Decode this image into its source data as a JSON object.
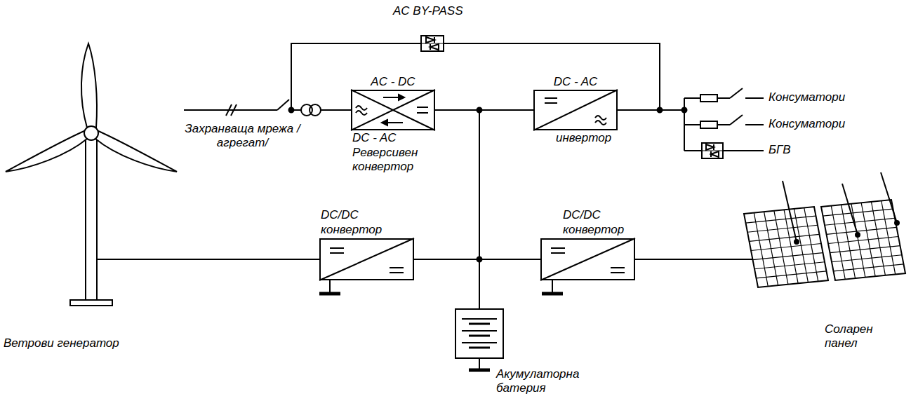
{
  "diagram": {
    "nodes": [
      {
        "text": [
          "AC - DC",
          "DC - AC",
          "Реверсивен конвертор"
        ]
      },
      {
        "text": [
          "DC - AC",
          "инвертор"
        ]
      },
      {
        "text": [
          "Ветрови генератор"
        ]
      },
      {
        "text": [
          "DC/DC конвертор"
        ]
      },
      {
        "text": [
          "Акумулаторна батерия"
        ]
      },
      {
        "text": [
          "DC/DC конвертор"
        ]
      },
      {
        "text": [
          "Соларен панел"
        ]
      }
    ],
    "edges": [
      {
        "from": 0,
        "to": 1,
        "arrow": "none"
      },
      {
        "from": 0,
        "to": 4,
        "arrow": "none"
      },
      {
        "from": 1,
        "to": 4,
        "arrow": "none"
      },
      {
        "from": 3,
        "to": 4,
        "arrow": "none"
      },
      {
        "from": 5,
        "to": 4,
        "arrow": "none"
      },
      {
        "from": 2,
        "to": 3,
        "arrow": "none"
      },
      {
        "from": 5,
        "to": 6,
        "arrow": "none"
      }
    ],
    "labels": [
      "AC BY-PASS",
      "Захранваща мрежа /агрегат/",
      "Консуматори",
      "Консуматори",
      "БГВ"
    ]
  }
}
